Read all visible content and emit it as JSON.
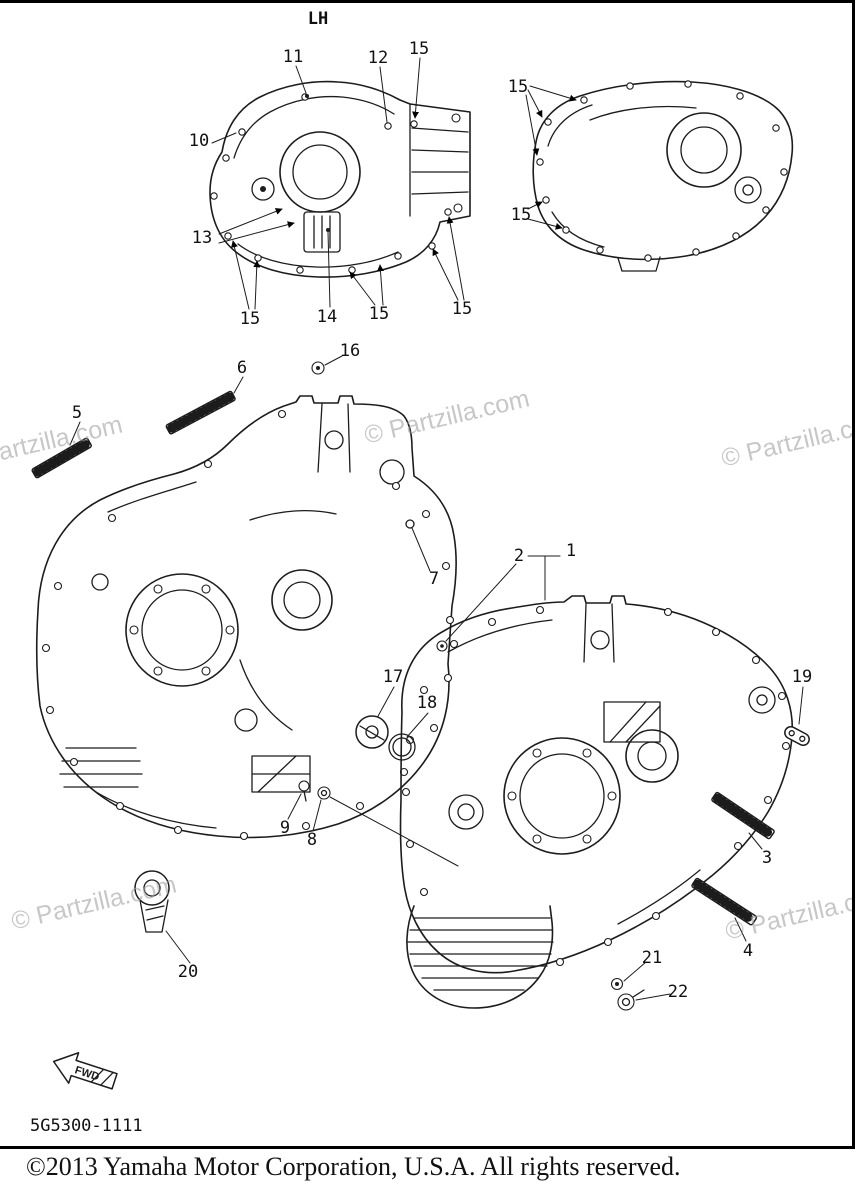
{
  "diagram": {
    "view_label": "LH",
    "fwd_label": "FWD",
    "watermark_text": "© Partzilla.com",
    "code": "5G5300-1111",
    "callouts": {
      "n1": "1",
      "n2": "2",
      "n3": "3",
      "n4": "4",
      "n5": "5",
      "n6": "6",
      "n7": "7",
      "n8": "8",
      "n9": "9",
      "n10": "10",
      "n11": "11",
      "n12": "12",
      "n13": "13",
      "n14": "14",
      "n15a": "15",
      "n15b": "15",
      "n15c": "15",
      "n15d": "15",
      "n15e": "15",
      "n15f": "15",
      "n16": "16",
      "n17": "17",
      "n18": "18",
      "n19": "19",
      "n20": "20",
      "n21": "21",
      "n22": "22"
    }
  },
  "footer": {
    "copyright": "©2013 Yamaha Motor Corporation, U.S.A. All rights reserved."
  }
}
